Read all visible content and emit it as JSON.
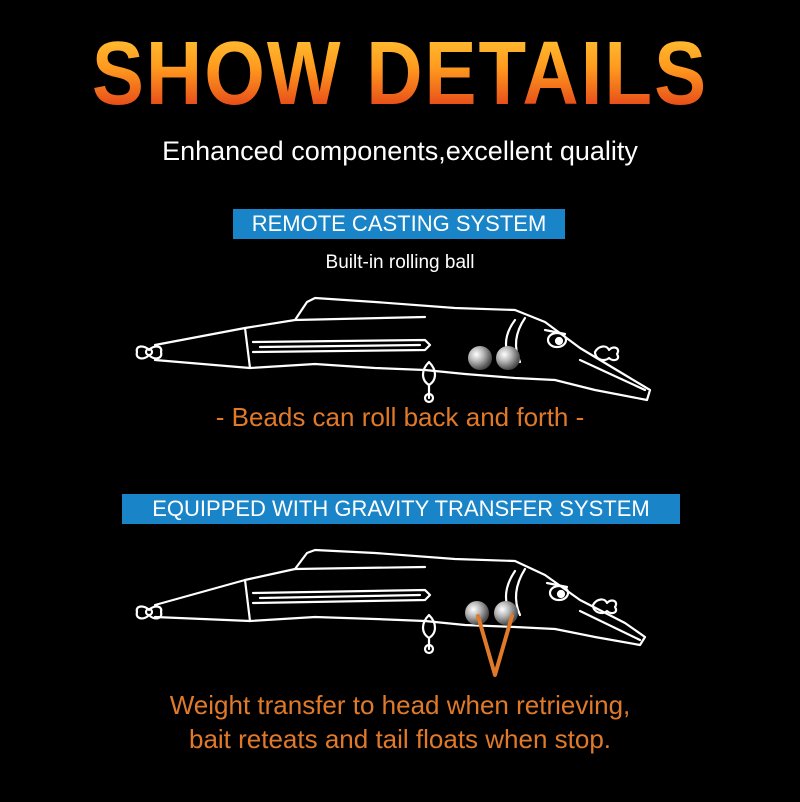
{
  "title": "SHOW DETAILS",
  "subtitle": "Enhanced components,excellent quality",
  "section1": {
    "badge": "REMOTE CASTING SYSTEM",
    "note": "Built-in rolling ball",
    "caption": "- Beads can roll back and forth -"
  },
  "section2": {
    "badge": "EQUIPPED WITH GRAVITY TRANSFER SYSTEM",
    "caption_line1": "Weight transfer to head when retrieving,",
    "caption_line2": "bait reteats and tail floats when stop."
  },
  "colors": {
    "background": "#000000",
    "badge": "#1a84c8",
    "accent_orange": "#e07a2a",
    "line_white": "#ffffff"
  }
}
